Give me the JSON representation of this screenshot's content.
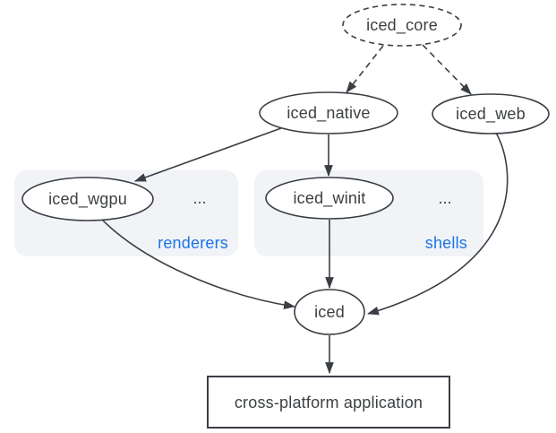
{
  "diagram": {
    "title_semantic": "iced ecosystem dependency diagram",
    "colors": {
      "background": "#ffffff",
      "stroke": "#3a3e45",
      "text": "#3c4043",
      "accent_blue": "#1a73e8",
      "group_fill": "#f1f3f7"
    },
    "nodes": {
      "iced_core": {
        "label": "iced_core",
        "shape": "ellipse",
        "border": "dashed"
      },
      "iced_native": {
        "label": "iced_native",
        "shape": "ellipse",
        "border": "solid"
      },
      "iced_web": {
        "label": "iced_web",
        "shape": "ellipse",
        "border": "solid"
      },
      "iced_wgpu": {
        "label": "iced_wgpu",
        "shape": "ellipse",
        "border": "solid"
      },
      "iced_winit": {
        "label": "iced_winit",
        "shape": "ellipse",
        "border": "solid"
      },
      "iced": {
        "label": "iced",
        "shape": "ellipse",
        "border": "solid"
      },
      "app": {
        "label": "cross-platform application",
        "shape": "rectangle",
        "border": "solid"
      }
    },
    "groups": {
      "renderers": {
        "label": "renderers",
        "ellipsis": "...",
        "contains": [
          "iced_wgpu"
        ]
      },
      "shells": {
        "label": "shells",
        "ellipsis": "...",
        "contains": [
          "iced_winit"
        ]
      }
    },
    "edges": [
      {
        "from": "iced_core",
        "to": "iced_native",
        "style": "dashed"
      },
      {
        "from": "iced_core",
        "to": "iced_web",
        "style": "dashed"
      },
      {
        "from": "iced_native",
        "to": "iced_wgpu",
        "style": "solid"
      },
      {
        "from": "iced_native",
        "to": "iced_winit",
        "style": "solid"
      },
      {
        "from": "iced_wgpu",
        "to": "iced",
        "style": "solid"
      },
      {
        "from": "iced_winit",
        "to": "iced",
        "style": "solid"
      },
      {
        "from": "iced_web",
        "to": "iced",
        "style": "solid"
      },
      {
        "from": "iced",
        "to": "app",
        "style": "solid"
      }
    ]
  }
}
